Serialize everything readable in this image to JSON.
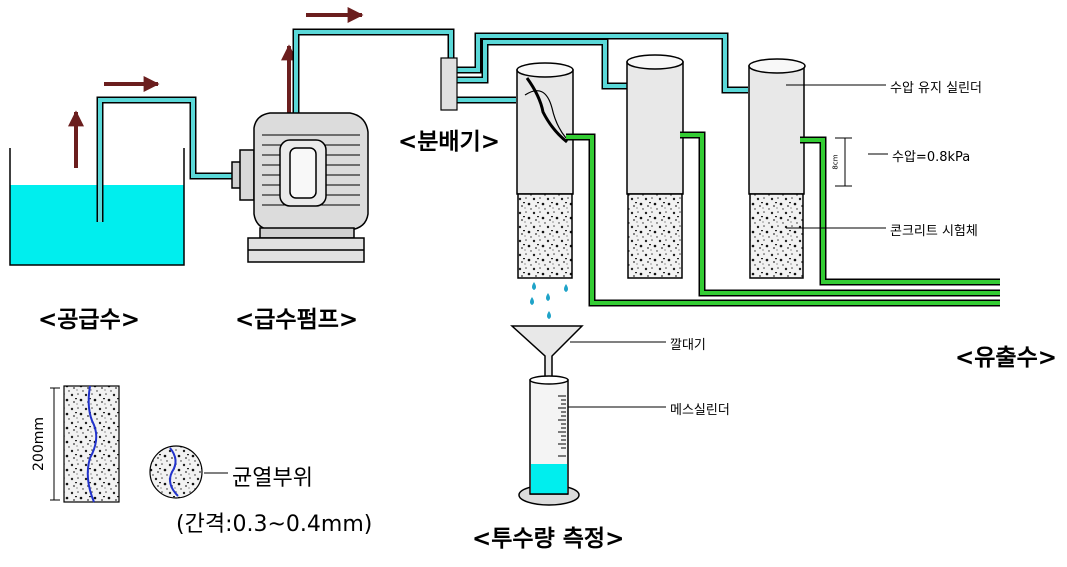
{
  "labels": {
    "supply_water": "<공급수>",
    "supply_pump": "<급수펌프>",
    "distributor": "<분배기>",
    "outflow": "<유출수>",
    "permeability_measurement": "<투수량 측정>",
    "pressure_cylinder": "수압 유지 실린더",
    "water_pressure": "수압=0.8kPa",
    "concrete_specimen": "콘크리트 시험체",
    "funnel": "깔대기",
    "measuring_cylinder": "메스실린더",
    "crack_location": "균열부위",
    "crack_gap": "(간격:0.3~0.4mm)",
    "specimen_height": "200mm",
    "head_height": "8cm"
  },
  "colors": {
    "water": "#00eeee",
    "pipe": "#5ad8d8",
    "drain_pipe": "#33cc33",
    "arrow": "#6b1e1e",
    "cylinder": "#e8e8e8",
    "pump": "#d8d8d8"
  }
}
